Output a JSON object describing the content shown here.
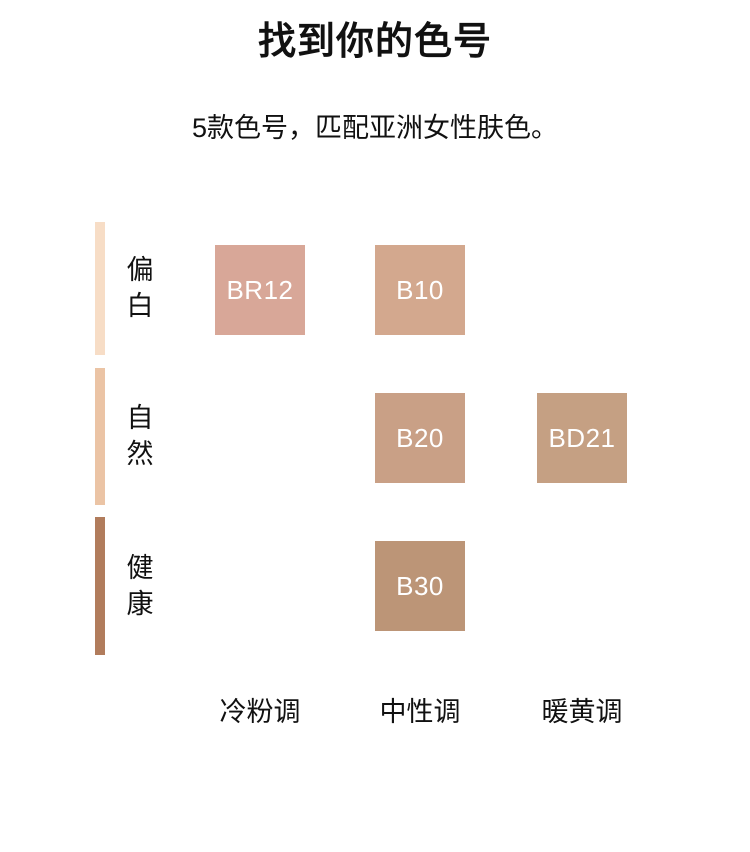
{
  "page": {
    "title": "找到你的色号",
    "subtitle": "5款色号，匹配亚洲女性肤色。"
  },
  "matrix": {
    "rows": [
      {
        "label": "偏\n白",
        "name": "偏白",
        "bar_color": "#f7ddc6"
      },
      {
        "label": "自\n然",
        "name": "自然",
        "bar_color": "#ebc4a5"
      },
      {
        "label": "健\n康",
        "name": "健康",
        "bar_color": "#b17c5c"
      }
    ],
    "columns": [
      {
        "label": "冷粉调"
      },
      {
        "label": "中性调"
      },
      {
        "label": "暖黄调"
      }
    ],
    "swatches": [
      {
        "code": "BR12",
        "row": "偏白",
        "column": "冷粉调",
        "color": "#d8a798"
      },
      {
        "code": "B10",
        "row": "偏白",
        "column": "中性调",
        "color": "#d3a88e"
      },
      {
        "code": "B20",
        "row": "自然",
        "column": "中性调",
        "color": "#c9a086"
      },
      {
        "code": "BD21",
        "row": "自然",
        "column": "暖黄调",
        "color": "#c5a083"
      },
      {
        "code": "B30",
        "row": "健康",
        "column": "中性调",
        "color": "#bc9577"
      }
    ]
  },
  "chart_data": {
    "type": "heatmap",
    "title": "找到你的色号",
    "subtitle": "5款色号，匹配亚洲女性肤色。",
    "rows": [
      "偏白",
      "自然",
      "健康"
    ],
    "columns": [
      "冷粉调",
      "中性调",
      "暖黄调"
    ],
    "cells": [
      {
        "row": "偏白",
        "column": "冷粉调",
        "shade": "BR12",
        "color": "#d8a798"
      },
      {
        "row": "偏白",
        "column": "中性调",
        "shade": "B10",
        "color": "#d3a88e"
      },
      {
        "row": "自然",
        "column": "中性调",
        "shade": "B20",
        "color": "#c9a086"
      },
      {
        "row": "自然",
        "column": "暖黄调",
        "shade": "BD21",
        "color": "#c5a083"
      },
      {
        "row": "健康",
        "column": "中性调",
        "shade": "B30",
        "color": "#bc9577"
      }
    ],
    "row_bar_colors": [
      "#f7ddc6",
      "#ebc4a5",
      "#b17c5c"
    ],
    "legend_position": "none",
    "grid": false
  }
}
